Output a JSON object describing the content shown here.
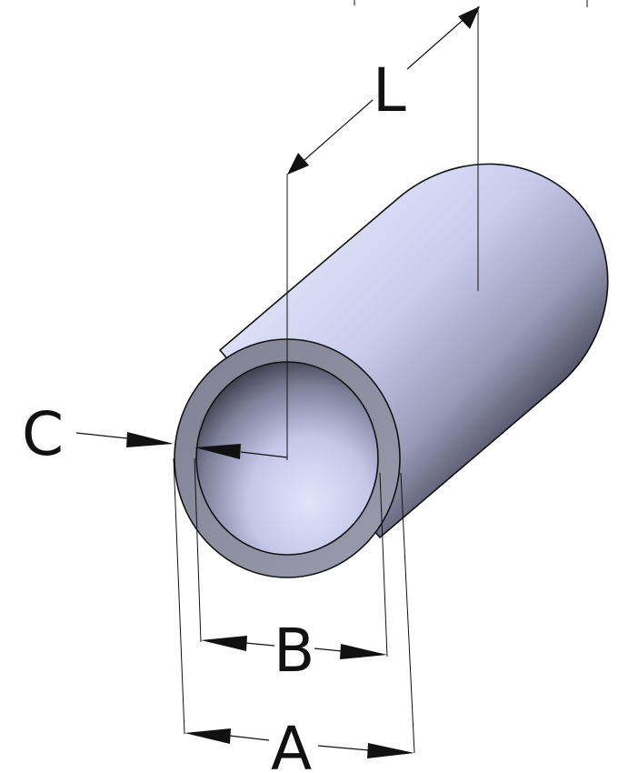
{
  "labels": {
    "length": "L",
    "wall_thickness": "C",
    "inner_diameter": "B",
    "outer_diameter": "A"
  },
  "colors": {
    "outline": "#111111",
    "body_light": "#d6d8f4",
    "body_mid": "#b4b6d8",
    "body_dark": "#5e5f72",
    "rim": "#8e8fa2",
    "bore_light": "#d9dbf5",
    "bore_dark": "#4a4b5c"
  }
}
